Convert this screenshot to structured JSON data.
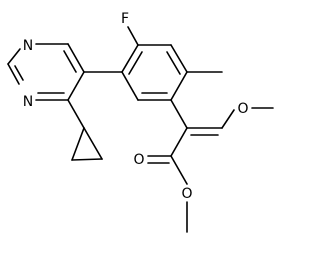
{
  "molecule": {
    "atoms": {
      "fluorine": "F",
      "pyrimidine_n1": "N",
      "pyrimidine_n3": "N",
      "methoxy_oxygen": "O",
      "carbonyl_oxygen": "O",
      "ester_oxygen": "O"
    }
  },
  "colors": {
    "bond": "#000000",
    "background": "#ffffff"
  }
}
